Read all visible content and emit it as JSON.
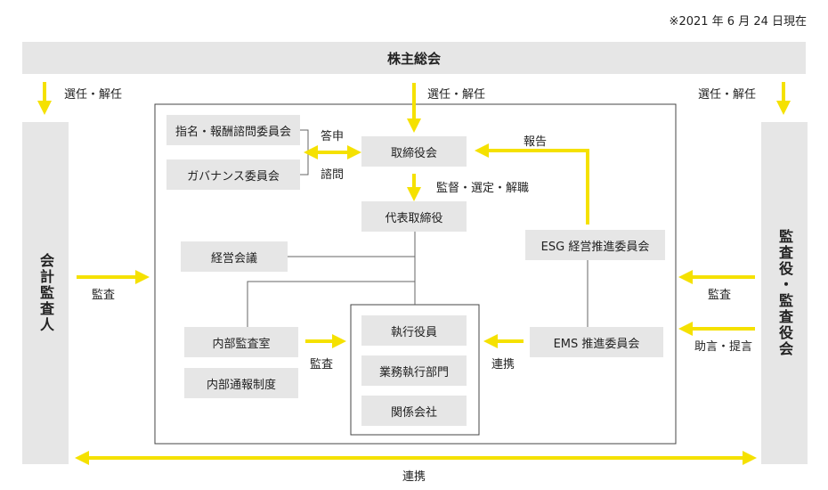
{
  "date_note": "※2021 年 6 月 24 日現在",
  "shareholders": "株主総会",
  "elect_dismiss_left": "選任・解任",
  "elect_dismiss_center": "選任・解任",
  "elect_dismiss_right": "選任・解任",
  "accounting_auditor": "会計監査人",
  "audit_board": "監査役・監査役会",
  "nomination_committee": "指名・報酬諮問委員会",
  "governance_committee": "ガバナンス委員会",
  "report_answer": "答申",
  "consult": "諮問",
  "board": "取締役会",
  "report": "報告",
  "supervise": "監督・選定・解職",
  "representative": "代表取締役",
  "management_meeting": "経営会議",
  "esg_committee": "ESG 経営推進委員会",
  "audit_left": "監査",
  "audit_right": "監査",
  "advice": "助言・提言",
  "internal_audit": "内部監査室",
  "whistleblowing": "内部通報制度",
  "audit_internal": "監査",
  "officers": "執行役員",
  "departments": "業務執行部門",
  "affiliates": "関係会社",
  "ems_committee": "EMS 推進委員会",
  "cooperate_ems": "連携",
  "cooperate_bottom": "連携",
  "colors": {
    "accent": "#f5e100",
    "box": "#e6e6e6",
    "line": "#555555"
  }
}
